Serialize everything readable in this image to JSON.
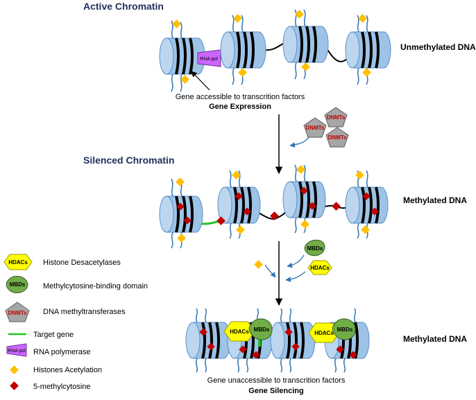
{
  "titles": {
    "active": "Active Chromatin",
    "silenced": "Silenced Chromatin"
  },
  "side_labels": {
    "unmethylated": "Unmethylated DNA",
    "methylated_1": "Methylated DNA",
    "methylated_2": "Methylated DNA"
  },
  "captions": {
    "accessible": "Gene accessible to transcrition factors",
    "expression": "Gene Expression",
    "unaccessible": "Gene unaccessible to transcrition factors",
    "silencing": "Gene Silencing"
  },
  "complex_labels": {
    "rna_pol": "RNA pol",
    "dnmts": "DNMTs",
    "hdacs": "HDACs",
    "mbds": "MBDs"
  },
  "legend": [
    {
      "key": "hdacs",
      "text": "Histone Desacetylases"
    },
    {
      "key": "mbds",
      "text": "Methylcytosine-binding domain"
    },
    {
      "key": "dnmts",
      "text": "DNA methyltransferases"
    },
    {
      "key": "target",
      "text": "Target gene"
    },
    {
      "key": "rnapol",
      "text": "RNA polymerase"
    },
    {
      "key": "acetyl",
      "text": "Histones Acetylation"
    },
    {
      "key": "methyl",
      "text": "5-methylcytosine"
    }
  ],
  "colors": {
    "nucleosome": "#9dc3e6",
    "dna": "#000000",
    "target_gene": "#22c322",
    "acetyl": "#ffc000",
    "methyl": "#c00000",
    "hdacs": "#ffff00",
    "mbds": "#70ad47",
    "dnmts": "#a6a6a6",
    "rna_pol": "#cc66ff",
    "title": "#1f2e5c",
    "arrow_blue": "#2e75b6"
  }
}
